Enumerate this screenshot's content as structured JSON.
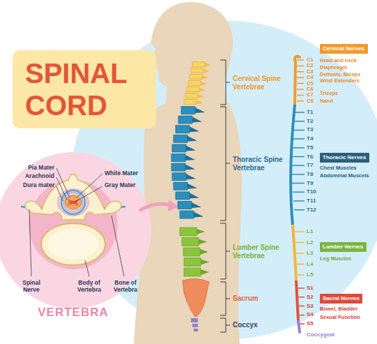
{
  "diagram": {
    "title": "SPINAL CORD",
    "nodes": [
      {
        "text": [
          "Cervical Nerves"
        ]
      },
      {
        "text": [
          "Thoracic Nerves"
        ]
      },
      {
        "text": [
          "Lumber Nerves"
        ]
      },
      {
        "text": [
          "Sacral Nerves"
        ]
      }
    ],
    "labels": [
      "Pia Mater",
      "Arachnoid",
      "Dura mater",
      "White Mater",
      "Gray Mater",
      "Spinal Nerve",
      "Body of Vertebra",
      "Bone of Vertebra",
      "VERTEBRA",
      "Cervical Spine Vertebrae",
      "Thoracic Spine Vertebrae",
      "Lumber Spine Vertebrae",
      "Sacrum",
      "Coccyx",
      "C1",
      "C2",
      "C3",
      "C4",
      "C5",
      "C6",
      "C7",
      "C8",
      "T1",
      "T2",
      "T3",
      "T4",
      "T5",
      "T6",
      "T7",
      "T8",
      "T9",
      "T10",
      "T11",
      "T12",
      "L1",
      "L2",
      "L3",
      "L4",
      "L5",
      "S1",
      "S2",
      "S3",
      "S4",
      "S5",
      "Coccygeal",
      "Head and neck",
      "Diaphragm",
      "Deltoids, Biceps",
      "Wrist Extenders",
      "Triceps",
      "Hand",
      "Chest Muscles",
      "Abdominal Muscels",
      "Leg Muscles",
      "Bowel, Bladder",
      "Sexual Function"
    ]
  }
}
